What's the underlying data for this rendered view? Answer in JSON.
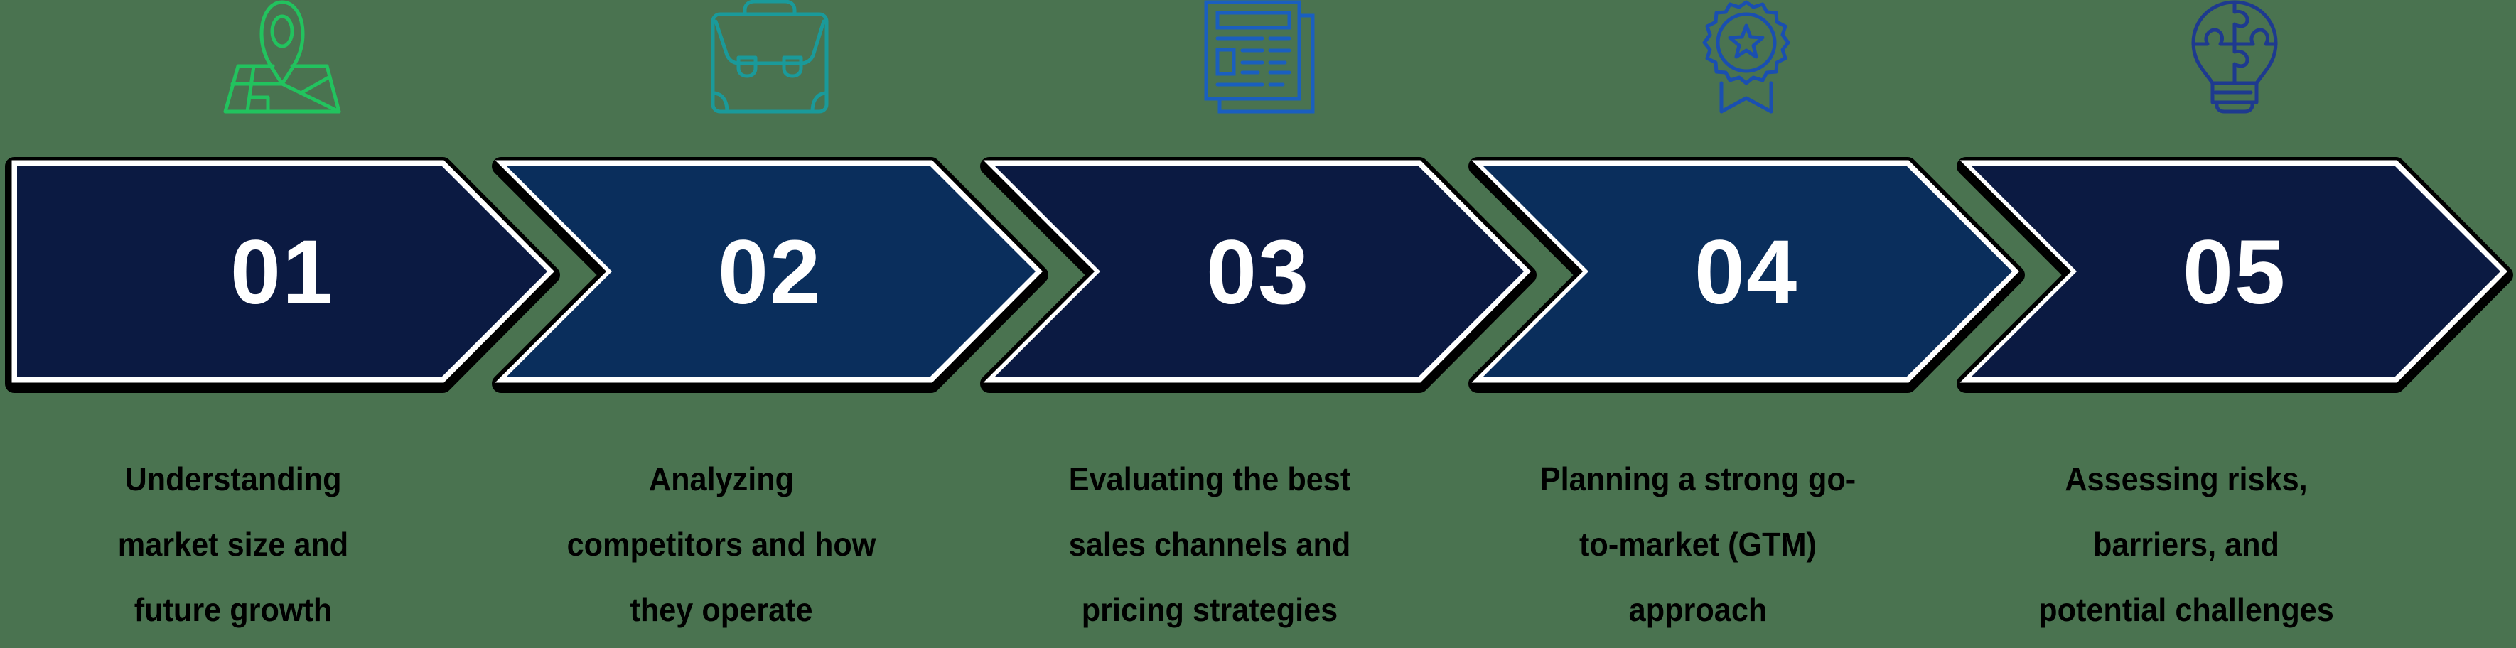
{
  "colors": {
    "background": "#4a7350",
    "chevron_dark": "#0b1a42",
    "chevron_mid": "#0a2e5c",
    "chevron_border": "#ffffff",
    "chevron_shadow": "#000000",
    "number_text": "#ffffff",
    "description_text": "#000000"
  },
  "steps": [
    {
      "number": "01",
      "icon": "map-location-pin-icon",
      "icon_color": "#22c35e",
      "fill": "#0b1a42",
      "lines": [
        "Understanding",
        "market size and",
        "future growth"
      ]
    },
    {
      "number": "02",
      "icon": "briefcase-icon",
      "icon_color": "#1a9a9a",
      "fill": "#0a2e5c",
      "lines": [
        "Analyzing",
        "competitors and how",
        "they operate"
      ]
    },
    {
      "number": "03",
      "icon": "newspaper-icon",
      "icon_color": "#1a5fbf",
      "fill": "#0b1a42",
      "lines": [
        "Evaluating the best",
        "sales channels and",
        "pricing strategies"
      ]
    },
    {
      "number": "04",
      "icon": "award-badge-icon",
      "icon_color": "#1a4fb0",
      "fill": "#0a2e5c",
      "lines": [
        "Planning a strong go-",
        "to-market (GTM)",
        "approach"
      ]
    },
    {
      "number": "05",
      "icon": "lightbulb-puzzle-icon",
      "icon_color": "#1e3a8f",
      "fill": "#0b1a42",
      "lines": [
        "Assessing risks,",
        "barriers, and",
        "potential challenges"
      ]
    }
  ]
}
